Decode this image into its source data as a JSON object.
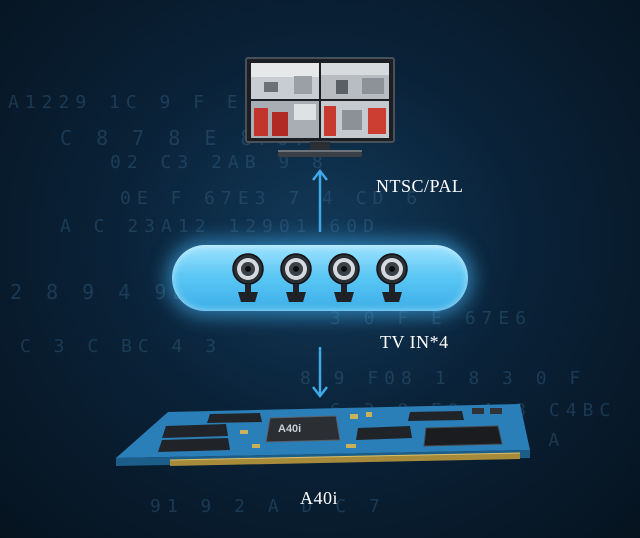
{
  "diagram": {
    "monitor_link_label": "NTSC/PAL",
    "camera_input_label": "TV IN*4",
    "processor_label": "A40i",
    "chip_marking": "A40i",
    "camera_icons": [
      "camera-icon",
      "camera-icon",
      "camera-icon",
      "camera-icon"
    ],
    "colors": {
      "accent_blue": "#4ab7ef",
      "arrow_blue": "#3fa9e6",
      "background": "#0a2238"
    }
  },
  "background_code": [
    "A1229 1C    9    F  E07 8E6B",
    "  C  8      7   8  E  8F67",
    "      02     C3  2AB  9  8",
    "  0E F 67E3       7  4 CD 6",
    "A  C     23A12 12901   60D",
    "  2        8   9   4  9E  E6",
    "        3 0      F   E 67E6",
    "     C  3        C BC  4  3",
    "  8  9        F08  1 8  3 0 F",
    "   6  3     8   E9  4  3 C4BC",
    "  A  1       E   F    B  A",
    "    91 9      2  A  D  C  7"
  ]
}
